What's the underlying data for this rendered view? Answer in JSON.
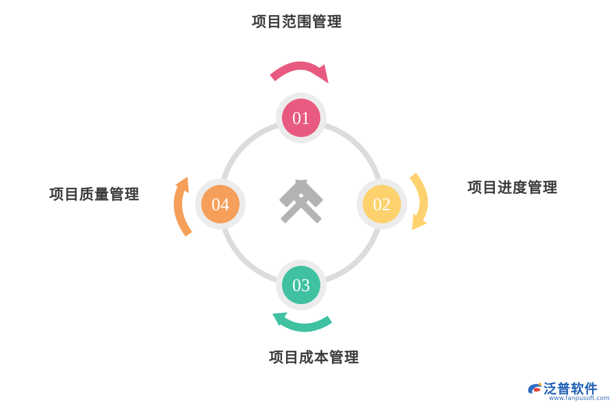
{
  "diagram": {
    "stages": [
      {
        "number": "01",
        "label": "项目范围管理",
        "color": "#e85a7f"
      },
      {
        "number": "02",
        "label": "项目进度管理",
        "color": "#fdd26e"
      },
      {
        "number": "03",
        "label": "项目成本管理",
        "color": "#3fc1a2"
      },
      {
        "number": "04",
        "label": "项目质量管理",
        "color": "#f59f5a"
      }
    ],
    "center_icon": "crossed-hammers-icon",
    "ring_color": "#dcdcdc",
    "node_halo_color": "#ececec"
  },
  "brand": {
    "name": "泛普软件",
    "url": "www.fanpusoft.com",
    "logo_icon": "fanpu-logo-icon"
  }
}
